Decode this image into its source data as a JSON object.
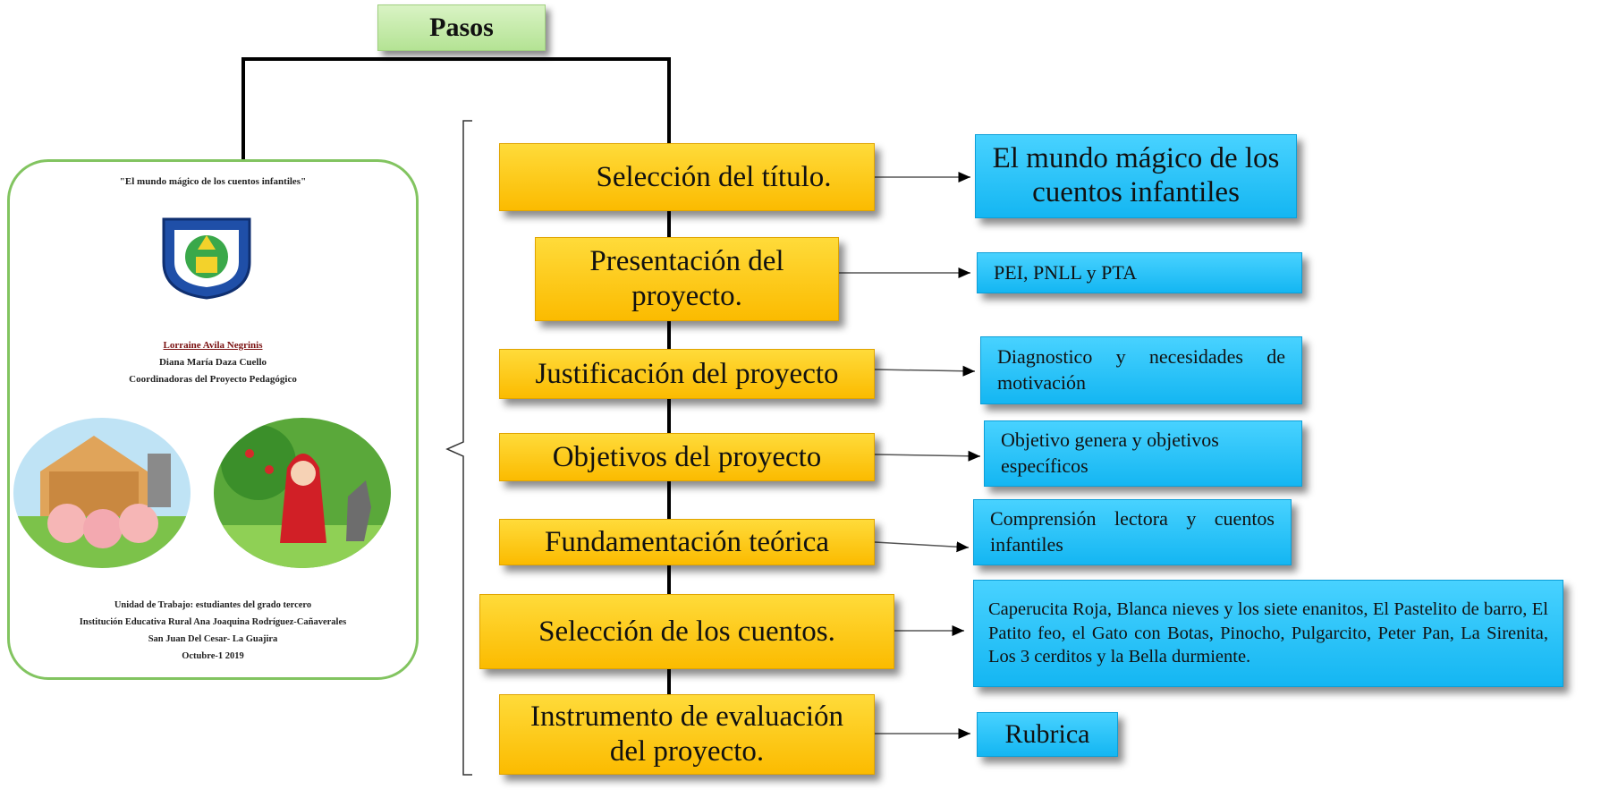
{
  "header": {
    "label": "Pasos"
  },
  "steps": [
    {
      "label": "Selección del título.",
      "result": "El mundo mágico de los cuentos infantiles"
    },
    {
      "label": "Presentación del proyecto.",
      "result": "PEI, PNLL y PTA"
    },
    {
      "label": "Justificación del proyecto",
      "result": "Diagnostico y necesidades de motivación"
    },
    {
      "label": "Objetivos del proyecto",
      "result": "Objetivo genera y objetivos específicos"
    },
    {
      "label": "Fundamentación teórica",
      "result": "Comprensión lectora y cuentos infantiles"
    },
    {
      "label": "Selección de los cuentos.",
      "result": "Caperucita Roja, Blanca nieves y los siete enanitos, El Pastelito de barro, El Patito feo, el Gato con Botas, Pinocho, Pulgarcito, Peter Pan, La Sirenita, Los 3 cerditos y la Bella durmiente."
    },
    {
      "label": "Instrumento de evaluación del proyecto.",
      "result": "Rubrica"
    }
  ],
  "cover": {
    "title": "\"El mundo mágico de los cuentos infantiles\"",
    "author1": "Lorraine Avila Negrinis",
    "author2": "Diana María Daza Cuello",
    "role": "Coordinadoras del Proyecto Pedagógico",
    "footer": [
      "Unidad de Trabajo: estudiantes del grado tercero",
      "Institución Educativa Rural Ana Joaquina Rodríguez-Cañaverales",
      "San Juan Del Cesar- La Guajira",
      "Octubre-1 2019"
    ]
  },
  "colors": {
    "step": "#fbbb00",
    "result": "#14b6f2",
    "header": "#b4e394",
    "cover_border": "#82c460",
    "line": "#000000"
  }
}
